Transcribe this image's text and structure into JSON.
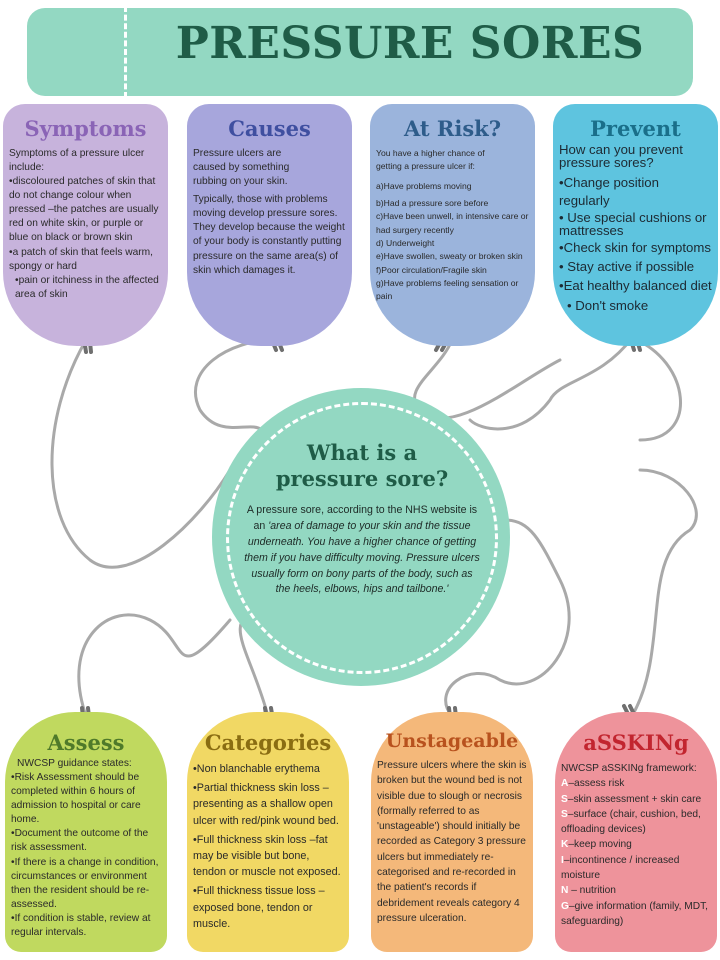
{
  "title": "PRESSURE SORES",
  "center": {
    "heading_line1": "What is a",
    "heading_line2": "pressure sore?",
    "intro": "A pressure sore, according to the NHS website is an",
    "quote": "'area of damage to your skin and the tissue underneath. You have a higher chance of getting them if you have difficulty moving. Pressure ulcers usually form on bony parts of the body, such as the heels, elbows, hips and tailbone.'"
  },
  "symptoms": {
    "heading": "Symptoms",
    "lines": [
      "Symptoms of a pressure ulcer include:",
      "•discoloured patches of skin that do not change colour when pressed –the patches are usually red on white skin, or purple or blue on black or brown skin",
      "•a patch of skin that feels warm, spongy or hard",
      "•pain or itchiness in the affected area of skin"
    ]
  },
  "causes": {
    "heading": "Causes",
    "lines": [
      "Pressure ulcers are caused by something rubbing on your skin.",
      "Typically, those with problems moving develop pressure sores. They develop because the weight of your body is constantly putting pressure on the same area(s) of skin which damages it."
    ]
  },
  "at_risk": {
    "heading": "At Risk?",
    "lines": [
      "You have a higher chance of getting a pressure ulcer if:",
      "a)Have problems moving",
      "b)Had a pressure sore before",
      "c)Have been unwell, in intensive care or had surgery recently",
      "d) Underweight",
      "e)Have swollen, sweaty or broken skin",
      "f)Poor circulation/Fragile skin",
      "g)Have problems feeling sensation or pain"
    ]
  },
  "prevent": {
    "heading": "Prevent",
    "lines": [
      "How can you prevent pressure sores?",
      "•Change position regularly",
      "• Use special cushions or mattresses",
      "•Check skin for symptoms",
      "• Stay active if possible",
      "•Eat healthy balanced diet",
      "• Don't smoke"
    ]
  },
  "assess": {
    "heading": "Assess",
    "lines": [
      "NWCSP guidance states:",
      "•Risk Assessment should be completed within 6 hours of admission to hospital or care home.",
      "•Document the outcome of the risk assessment.",
      "•If there is a change in condition, circumstances or environment then the resident should be re-assessed.",
      "•If condition is stable, review at regular intervals."
    ]
  },
  "categories": {
    "heading": "Categories",
    "lines": [
      "•Non blanchable erythema",
      "•Partial thickness skin loss – presenting as a shallow open ulcer with red/pink wound bed.",
      "•Full thickness skin loss –fat may be visible but bone, tendon or muscle not exposed.",
      "•Full thickness tissue loss – exposed bone, tendon or muscle."
    ]
  },
  "unstageable": {
    "heading": "Unstageable",
    "text": "Pressure ulcers where the skin is broken but the wound bed is not visible due to slough or necrosis (formally referred to as 'unstageable') should initially be recorded as Category 3 pressure ulcers but immediately re-categorised and re-recorded in the patient's records if debridement reveals category 4 pressure ulceration."
  },
  "asskin": {
    "heading": "aSSKINg",
    "intro": "NWCSP aSSKINg framework:",
    "items": [
      {
        "letter": "A",
        "text": "–assess risk"
      },
      {
        "letter": "S",
        "text": "–skin assessment + skin care"
      },
      {
        "letter": "S",
        "text": "–surface (chair, cushion, bed, offloading devices)"
      },
      {
        "letter": "K",
        "text": "–keep moving"
      },
      {
        "letter": "I",
        "text": "–incontinence / increased moisture"
      },
      {
        "letter": "N",
        "text": " – nutrition"
      },
      {
        "letter": "G",
        "text": "–give information (family, MDT, safeguarding)"
      }
    ]
  },
  "colors": {
    "banner": "#93d8c2",
    "title": "#1f5c47",
    "symptoms": "#c7b3dc",
    "causes": "#a7a6dc",
    "at_risk": "#9bb4dc",
    "prevent": "#5ec4df",
    "assess": "#c0d95f",
    "categories": "#f1d864",
    "unstageable": "#f4b87a",
    "asskin": "#ee939b",
    "string": "#a9a9a9"
  }
}
